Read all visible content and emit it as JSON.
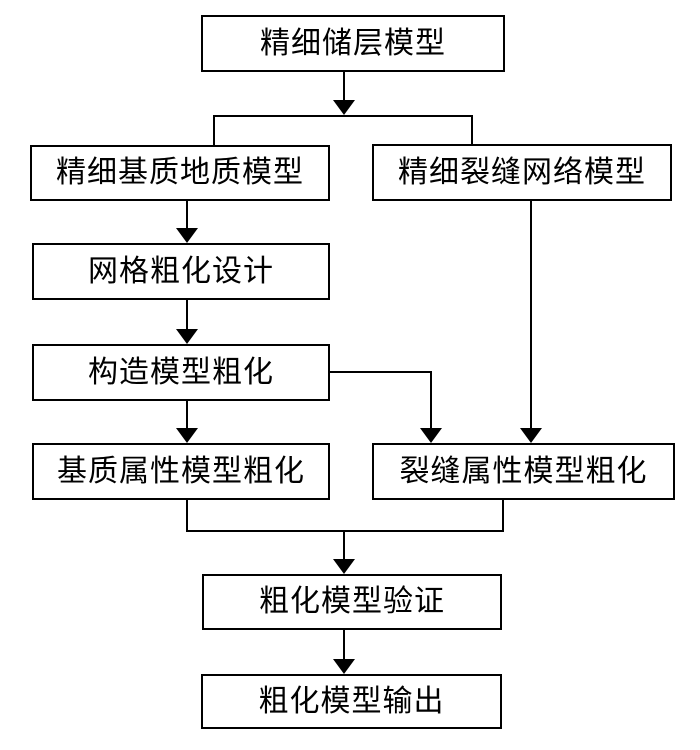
{
  "page": {
    "background_color": "#ffffff"
  },
  "diagram": {
    "type": "flowchart",
    "line_color": "#000000",
    "box_border_color": "#000000",
    "box_background_color": "#ffffff",
    "text_color": "#000000",
    "nodes": [
      {
        "id": "fine-reservoir-model",
        "label": "精细储层模型"
      },
      {
        "id": "fine-matrix-geological-model",
        "label": "精细基质地质模型"
      },
      {
        "id": "fine-fracture-network-model",
        "label": "精细裂缝网络模型"
      },
      {
        "id": "grid-coarsening-design",
        "label": "网格粗化设计"
      },
      {
        "id": "structural-model-coarsening",
        "label": "构造模型粗化"
      },
      {
        "id": "matrix-property-model-coarsening",
        "label": "基质属性模型粗化"
      },
      {
        "id": "fracture-property-model-coarsening",
        "label": "裂缝属性模型粗化"
      },
      {
        "id": "coarsened-model-verification",
        "label": "粗化模型验证"
      },
      {
        "id": "coarsened-model-output",
        "label": "粗化模型输出"
      }
    ],
    "edges": [
      {
        "from": "fine-reservoir-model",
        "to": "fine-matrix-geological-model"
      },
      {
        "from": "fine-reservoir-model",
        "to": "fine-fracture-network-model"
      },
      {
        "from": "fine-matrix-geological-model",
        "to": "grid-coarsening-design"
      },
      {
        "from": "grid-coarsening-design",
        "to": "structural-model-coarsening"
      },
      {
        "from": "structural-model-coarsening",
        "to": "matrix-property-model-coarsening"
      },
      {
        "from": "structural-model-coarsening",
        "to": "fracture-property-model-coarsening"
      },
      {
        "from": "fine-fracture-network-model",
        "to": "fracture-property-model-coarsening"
      },
      {
        "from": "matrix-property-model-coarsening",
        "to": "coarsened-model-verification"
      },
      {
        "from": "fracture-property-model-coarsening",
        "to": "coarsened-model-verification"
      },
      {
        "from": "coarsened-model-verification",
        "to": "coarsened-model-output"
      }
    ]
  }
}
